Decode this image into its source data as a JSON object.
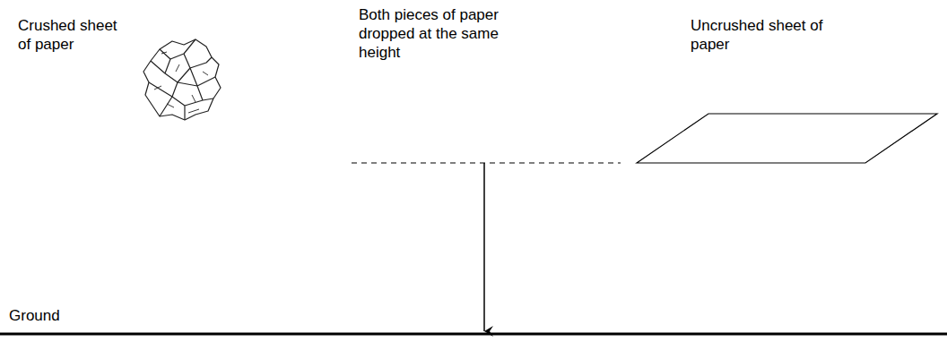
{
  "diagram": {
    "labels": [
      "Crushed sheet of paper",
      "Both pieces of paper dropped at the same height",
      "Uncrushed sheet of paper",
      "Ground"
    ]
  }
}
